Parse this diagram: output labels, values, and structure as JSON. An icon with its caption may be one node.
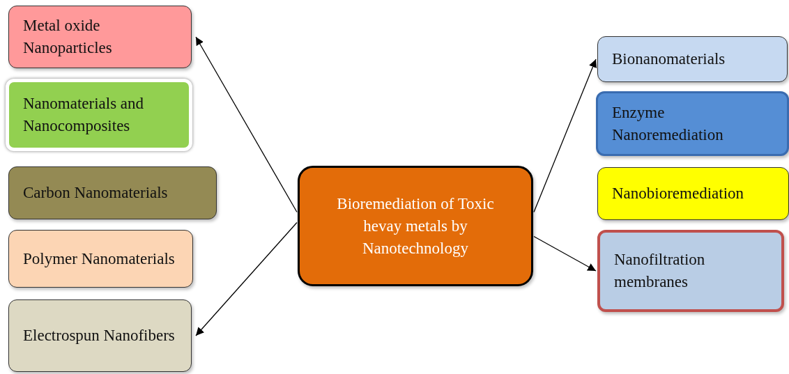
{
  "diagram": {
    "nodes": [
      {
        "text": [
          "Metal oxide Nanoparticles"
        ]
      },
      {
        "text": [
          "Nanomaterials and Nanocomposites"
        ]
      },
      {
        "text": [
          "Carbon Nanomaterials"
        ]
      },
      {
        "text": [
          "Polymer Nanomaterials"
        ]
      },
      {
        "text": [
          "Electrospun Nanofibers"
        ]
      },
      {
        "text": [
          "Bioremediation of Toxic hevay metals by Nanotechnology"
        ]
      },
      {
        "text": [
          "Bionanomaterials"
        ]
      },
      {
        "text": [
          "Enzyme Nanoremediation"
        ]
      },
      {
        "text": [
          "Nanobioremediation"
        ]
      },
      {
        "text": [
          "Nanofiltration membranes"
        ]
      }
    ],
    "edges": [
      {
        "from": 5,
        "to": 0,
        "arrow": "to"
      },
      {
        "from": 5,
        "to": 4,
        "arrow": "to"
      },
      {
        "from": 5,
        "to": 6,
        "arrow": "to"
      },
      {
        "from": 5,
        "to": 9,
        "arrow": "to"
      }
    ]
  }
}
